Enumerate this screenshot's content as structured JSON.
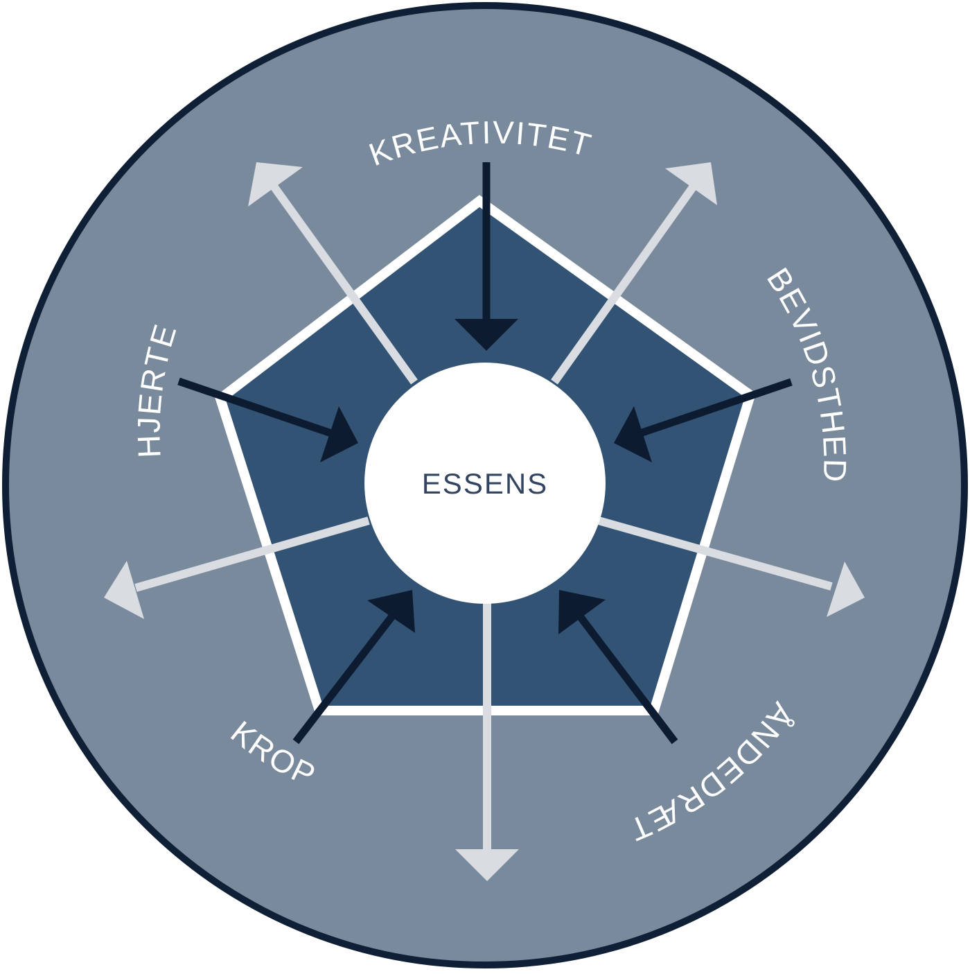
{
  "diagram": {
    "center": {
      "label": "ESSENS"
    },
    "labels": {
      "top": "KREATIVITET",
      "right": "BEVIDSTHED",
      "bottom_right": "ÅNDEDRÆT",
      "bottom_left": "KROP",
      "left": "HJERTE"
    },
    "colors": {
      "outer_fill": "#7a8a9d",
      "outer_border": "#0f1f36",
      "pentagon_fill": "#335375",
      "pentagon_stroke": "#ffffff",
      "outward_arrow": "#d9dce1",
      "inward_arrow": "#0d1b30",
      "center_fill": "#ffffff",
      "center_text": "#334560",
      "label_text": "#ffffff"
    }
  }
}
